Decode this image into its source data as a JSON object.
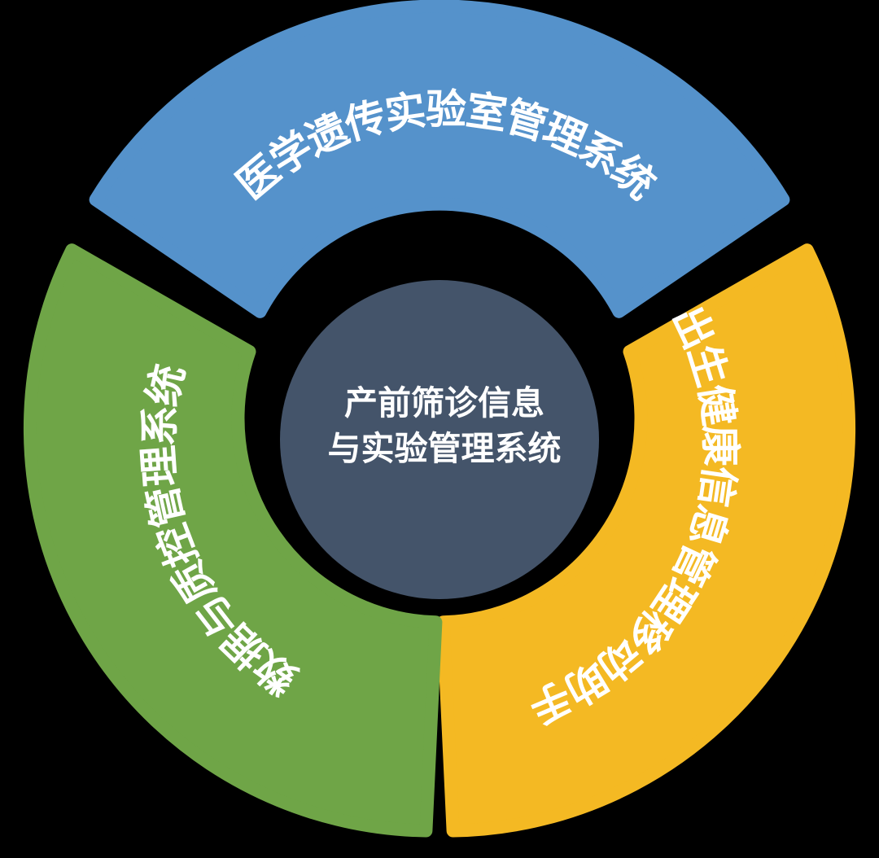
{
  "diagram": {
    "segments": [
      {
        "label": "医学遗传实验室管理系统",
        "color": "#5592CB"
      },
      {
        "label": "出生健康信息管理移动助手",
        "color": "#F4B923"
      },
      {
        "label": "数据与质控管理系统",
        "color": "#6FA547"
      }
    ],
    "center": {
      "lines": [
        "产前筛诊信息",
        "与实验管理系统"
      ],
      "color": "#44546A"
    },
    "background": "#000000",
    "text_color": "#FFFFFF"
  }
}
